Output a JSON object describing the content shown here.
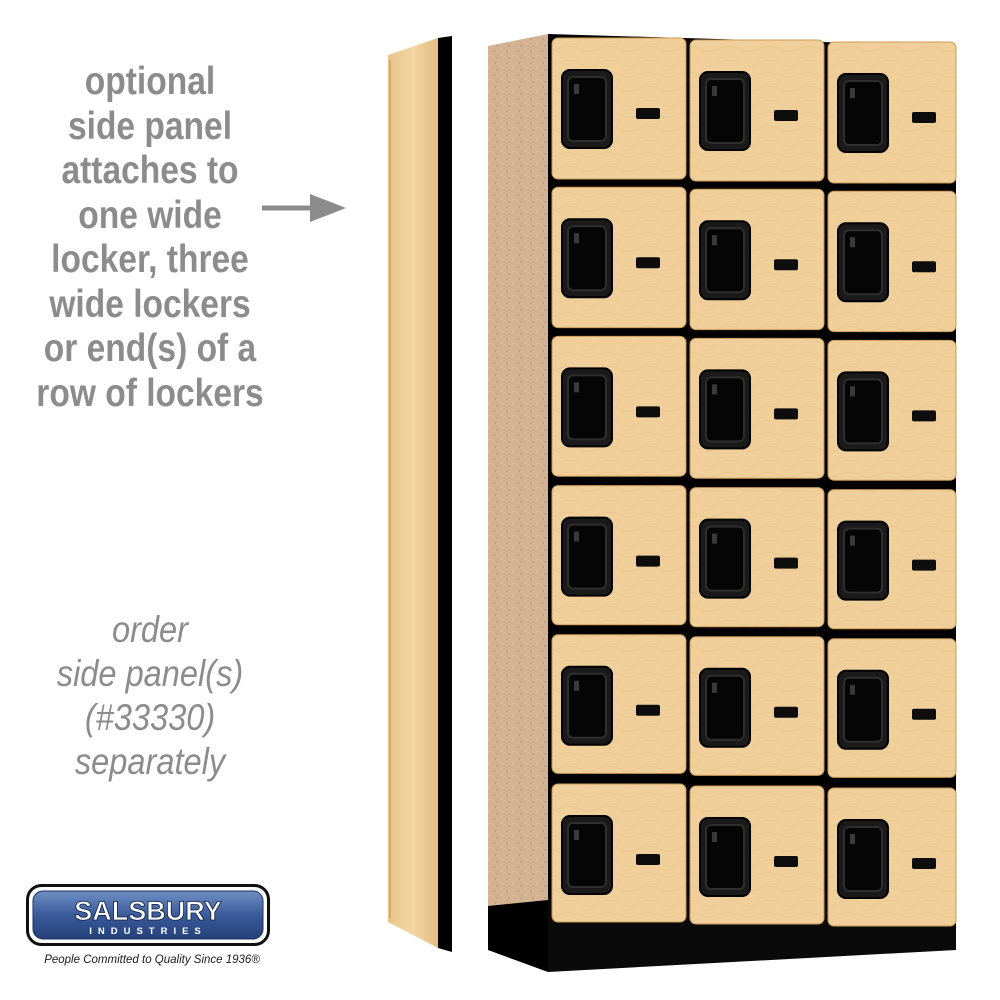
{
  "caption": {
    "lines": [
      "optional",
      "side panel",
      "attaches to",
      "one wide",
      "locker, three",
      "wide lockers",
      "or end(s) of a",
      "row of lockers"
    ]
  },
  "order_note": {
    "lines": [
      "order",
      "side panel(s)",
      "(#33330)",
      "separately"
    ]
  },
  "brand": {
    "name": "SALSBURY",
    "sub": "INDUSTRIES",
    "tagline": "People Committed to Quality Since 1936®"
  },
  "product": {
    "rows": 6,
    "columns": 3,
    "finish_color": "#f0cf9a",
    "body_color": "#000000"
  },
  "colors": {
    "caption_text": "#8c8c8c",
    "logo_blue": "#2f4f8f"
  }
}
